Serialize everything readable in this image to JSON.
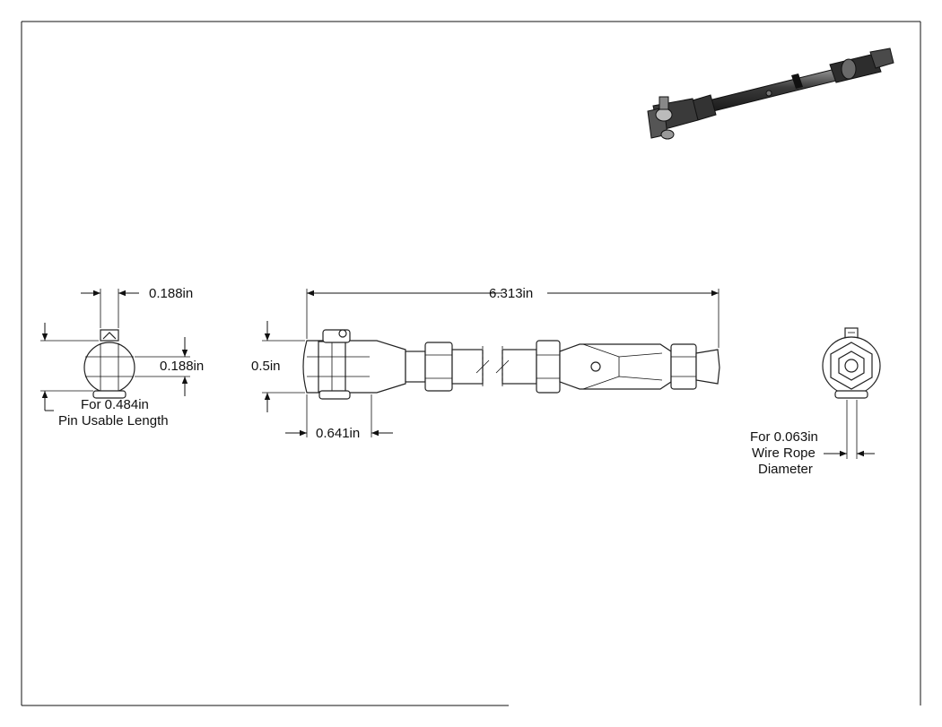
{
  "dimensions": {
    "end_top_width": "0.188in",
    "end_side_height": "0.188in",
    "pin_note_line1": "For 0.484in",
    "pin_note_line2": "Pin Usable Length",
    "overall_length": "6.313in",
    "jaw_height": "0.5in",
    "jaw_length": "0.641in",
    "rope_note_line1": "For 0.063in",
    "rope_note_line2": "Wire Rope",
    "rope_note_line3": "Diameter"
  },
  "colors": {
    "line": "#111111",
    "part_fill": "#ffffff",
    "render_dark": "#2b2b2b",
    "render_mid": "#5a5a5a",
    "render_light": "#9a9a9a"
  }
}
